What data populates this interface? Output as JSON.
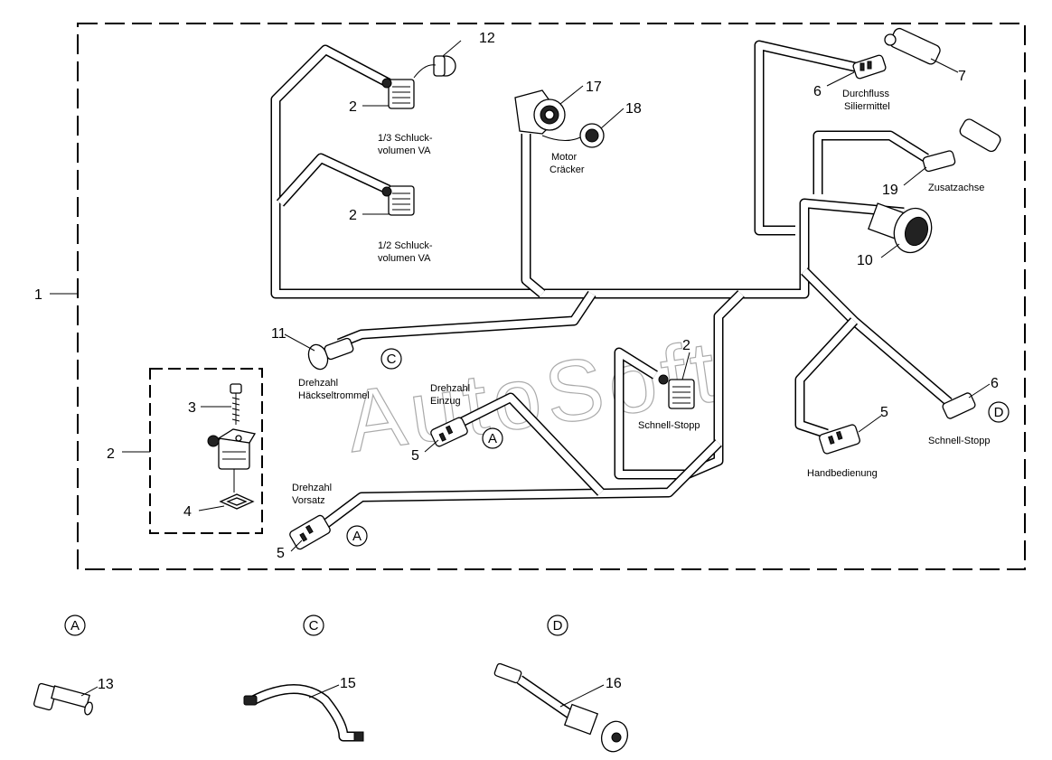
{
  "watermark": "AutoSoft",
  "callouts": {
    "c1": "1",
    "c2a": "2",
    "c2b": "2",
    "c2c": "2",
    "c2d": "2",
    "c3": "3",
    "c4": "4",
    "c5a": "5",
    "c5b": "5",
    "c5c": "5",
    "c6a": "6",
    "c6b": "6",
    "c7": "7",
    "c10": "10",
    "c11": "11",
    "c12": "12",
    "c13": "13",
    "c15": "15",
    "c16": "16",
    "c17": "17",
    "c18": "18",
    "c19": "19"
  },
  "labels": {
    "schluck13_l1": "1/3 Schluck-",
    "schluck13_l2": "volumen VA",
    "schluck12_l1": "1/2 Schluck-",
    "schluck12_l2": "volumen VA",
    "motor_l1": "Motor",
    "motor_l2": "Cräcker",
    "durchfluss_l1": "Durchfluss",
    "durchfluss_l2": "Siliermittel",
    "zusatzachse": "Zusatzachse",
    "drehzahl_h_l1": "Drehzahl",
    "drehzahl_h_l2": "Häckseltrommel",
    "drehzahl_e_l1": "Drehzahl",
    "drehzahl_e_l2": "Einzug",
    "schnellstopp_1": "Schnell-Stopp",
    "schnellstopp_2": "Schnell-Stopp",
    "handbedienung": "Handbedienung",
    "drehzahl_v_l1": "Drehzahl",
    "drehzahl_v_l2": "Vorsatz"
  },
  "ref_markers": {
    "a1": "A",
    "a2": "A",
    "c": "C",
    "d": "D",
    "detail_a": "A",
    "detail_c": "C",
    "detail_d": "D"
  }
}
